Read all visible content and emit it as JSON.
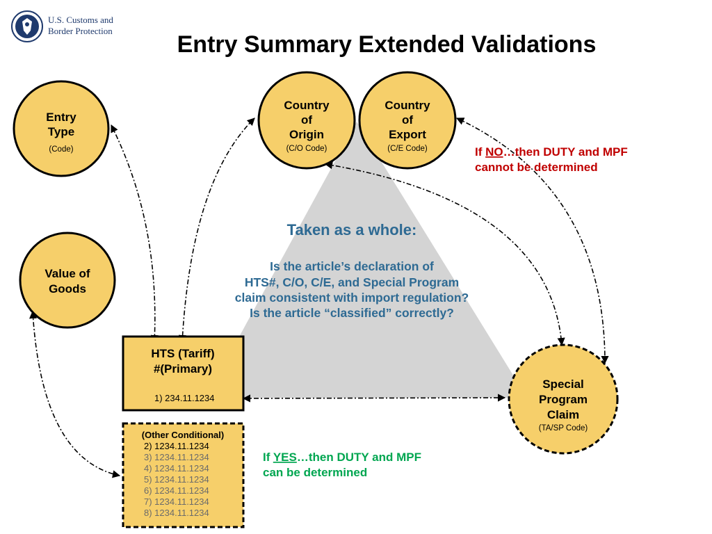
{
  "logo": {
    "line1": "U.S. Customs and",
    "line2": "Border Protection"
  },
  "title": "Entry Summary Extended Validations",
  "nodes": {
    "entry_type": {
      "title_line1": "Entry",
      "title_line2": "Type",
      "sub": "(Code)"
    },
    "value_of_goods": {
      "title_line1": "Value of",
      "title_line2": "Goods"
    },
    "country_origin": {
      "line1": "Country",
      "line2": "of",
      "line3": "Origin",
      "sub": "(C/O Code)"
    },
    "country_export": {
      "line1": "Country",
      "line2": "of",
      "line3": "Export",
      "sub": "(C/E Code)"
    },
    "hts": {
      "line1": "HTS (Tariff)",
      "line2": "#(Primary)",
      "code": "1) 234.11.1234"
    },
    "other_conditional": {
      "header": "(Other Conditional)",
      "items": [
        "2) 1234.11.1234",
        "3) 1234.11.1234",
        "4) 1234.11.1234",
        "5) 1234.11.1234",
        "6) 1234.11.1234",
        "7) 1234.11.1234",
        "8) 1234.11.1234"
      ]
    },
    "special_program": {
      "line1": "Special",
      "line2": "Program",
      "line3": "Claim",
      "sub": "(TA/SP Code)"
    }
  },
  "center": {
    "heading": "Taken as a whole:",
    "question_lines": [
      "Is the article’s declaration of",
      "HTS#, C/O, C/E, and Special Program",
      "claim consistent with import regulation?",
      "Is the article “classified” correctly?"
    ]
  },
  "notes": {
    "no": {
      "prefix": "If ",
      "keyword": "NO",
      "rest": "…then DUTY and MPF",
      "line2": "cannot be determined"
    },
    "yes": {
      "prefix": "If ",
      "keyword": "YES",
      "rest": "…then DUTY and MPF",
      "line2": "can be determined"
    }
  },
  "colors": {
    "node_fill": "#f6cf6a",
    "triangle": "#d4d4d4",
    "text_blue": "#2e6a93",
    "no_red": "#c00000",
    "yes_green": "#00a650"
  }
}
